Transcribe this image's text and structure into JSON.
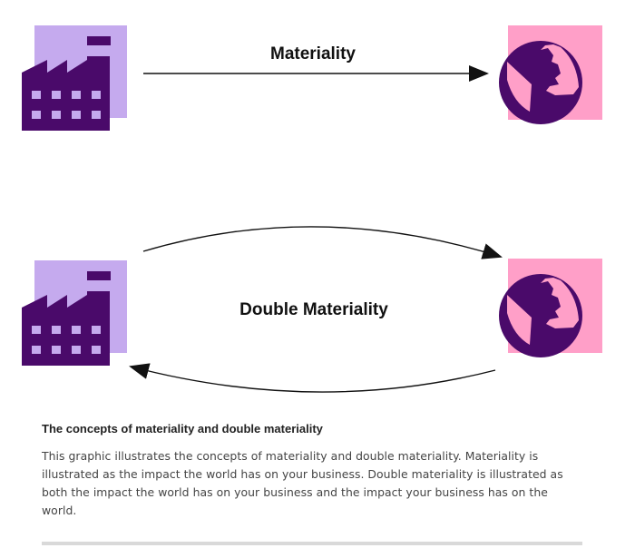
{
  "diagram": {
    "top_label": "Materiality",
    "middle_label": "Double Materiality",
    "icons": {
      "business": "factory-icon",
      "world": "globe-icon"
    },
    "colors": {
      "factory_background": "#c5aaee",
      "factory": "#4a0a6a",
      "globe_background": "#ff9fc8",
      "globe": "#4a0a6a",
      "arrow": "#111111"
    }
  },
  "caption": {
    "title": "The concepts of materiality and double materiality",
    "body": "This graphic illustrates the concepts of materiality and double materiality. Materiality is illustrated as the impact the world has on your business. Double materiality is illustrated as both the impact the world has on your business and the impact your business has on the world."
  }
}
